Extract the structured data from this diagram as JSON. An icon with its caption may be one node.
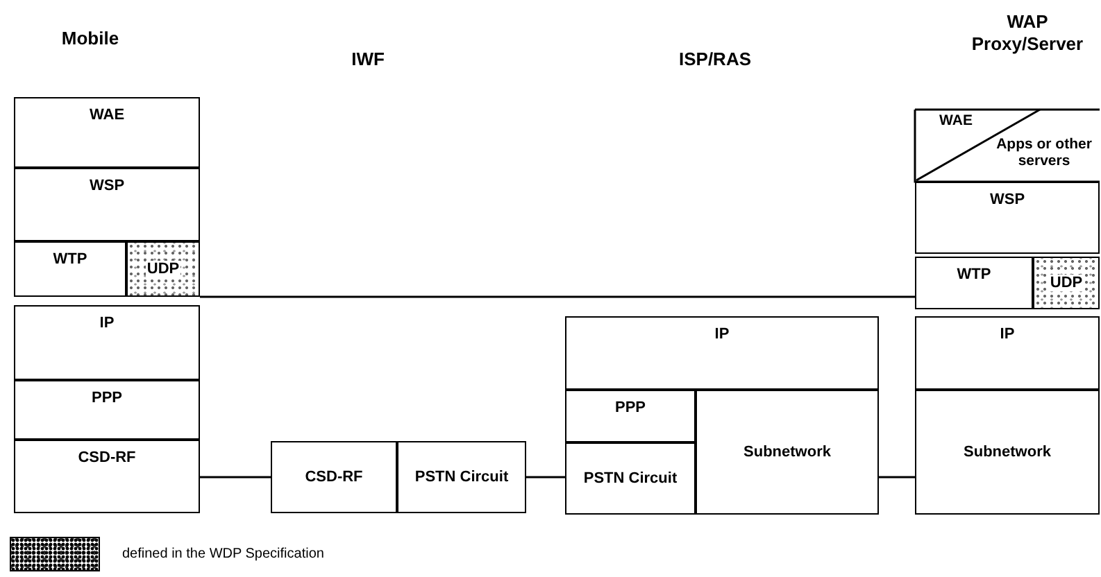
{
  "diagram": {
    "nodes": [
      {
        "text": [
          "WAE"
        ]
      },
      {
        "text": [
          "WSP"
        ]
      },
      {
        "text": [
          "WTP"
        ]
      },
      {
        "text": [
          "UDP"
        ]
      },
      {
        "text": [
          "IP"
        ]
      },
      {
        "text": [
          "PPP"
        ]
      },
      {
        "text": [
          "CSD-RF"
        ]
      },
      {
        "text": [
          "CSD-RF"
        ]
      },
      {
        "text": [
          "PSTN Circuit"
        ]
      },
      {
        "text": [
          "IP"
        ]
      },
      {
        "text": [
          "PPP"
        ]
      },
      {
        "text": [
          "PSTN Circuit"
        ]
      },
      {
        "text": [
          "Subnetwork"
        ]
      },
      {
        "text": [
          "WAE"
        ]
      },
      {
        "text": [
          "Apps or other servers"
        ]
      },
      {
        "text": [
          "WSP"
        ]
      },
      {
        "text": [
          "WTP"
        ]
      },
      {
        "text": [
          "UDP"
        ]
      },
      {
        "text": [
          "IP"
        ]
      },
      {
        "text": [
          "Subnetwork"
        ]
      }
    ],
    "edges": [
      {
        "from": 3,
        "to": 16,
        "arrow": "none"
      },
      {
        "from": 6,
        "to": 7,
        "arrow": "none"
      },
      {
        "from": 8,
        "to": 11,
        "arrow": "none"
      },
      {
        "from": 12,
        "to": 19,
        "arrow": "none"
      }
    ],
    "labels": [
      "Mobile",
      "IWF",
      "ISP/RAS",
      "WAP Proxy/Server"
    ],
    "legend": [
      {
        "text": "defined in the WDP Specification"
      }
    ]
  }
}
